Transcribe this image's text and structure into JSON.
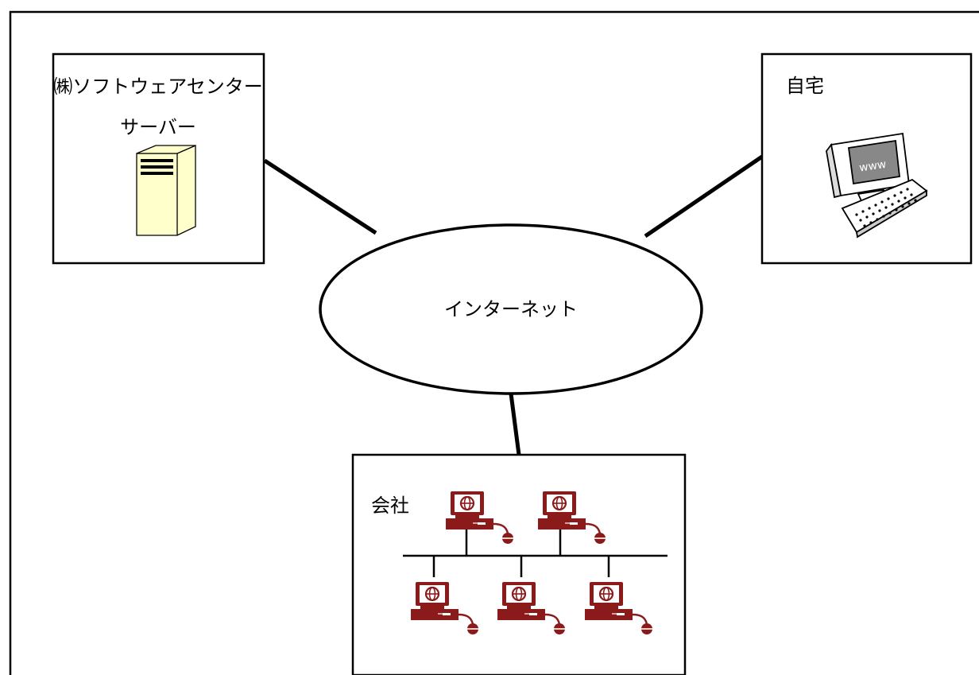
{
  "nodes": {
    "server": {
      "title_line1": "㈱ソフトウェアセンター",
      "title_line2": "サーバー",
      "icon": "server-tower-icon"
    },
    "home": {
      "title": "自宅",
      "icon": "desktop-computer-icon",
      "screen_text": "www"
    },
    "internet": {
      "title": "インターネット"
    },
    "company": {
      "title": "会社",
      "icon": "networked-workstation-icon",
      "workstation_count": 5
    }
  },
  "colors": {
    "workstation": "#8B1A1A",
    "server_fill": "#FFFFCC",
    "line": "#000000"
  }
}
